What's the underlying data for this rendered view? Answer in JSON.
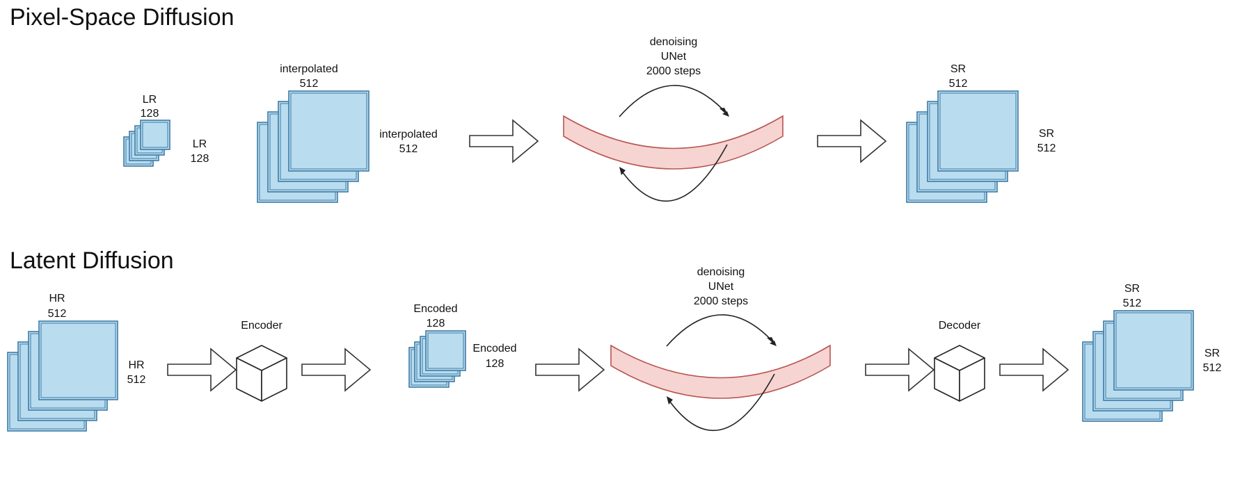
{
  "pixel_space": {
    "title": "Pixel-Space Diffusion",
    "lr_stack": {
      "top_label": [
        "LR",
        "128"
      ],
      "side_label": [
        "LR",
        "128"
      ]
    },
    "interp_stack": {
      "top_label": [
        "interpolated",
        "512"
      ],
      "side_label": [
        "interpolated",
        "512"
      ]
    },
    "unet": {
      "label": [
        "denoising",
        "UNet",
        "2000 steps"
      ]
    },
    "sr_stack": {
      "top_label": [
        "SR",
        "512"
      ],
      "side_label": [
        "SR",
        "512"
      ]
    }
  },
  "latent": {
    "title": "Latent Diffusion",
    "hr_stack": {
      "top_label": [
        "HR",
        "512"
      ],
      "side_label": [
        "HR",
        "512"
      ]
    },
    "encoder": {
      "label": "Encoder"
    },
    "encoded_stack": {
      "top_label": [
        "Encoded",
        "128"
      ],
      "side_label": [
        "Encoded",
        "128"
      ]
    },
    "unet": {
      "label": [
        "denoising",
        "UNet",
        "2000 steps"
      ]
    },
    "decoder": {
      "label": "Decoder"
    },
    "sr_stack": {
      "top_label": [
        "SR",
        "512"
      ],
      "side_label": [
        "SR",
        "512"
      ]
    }
  }
}
